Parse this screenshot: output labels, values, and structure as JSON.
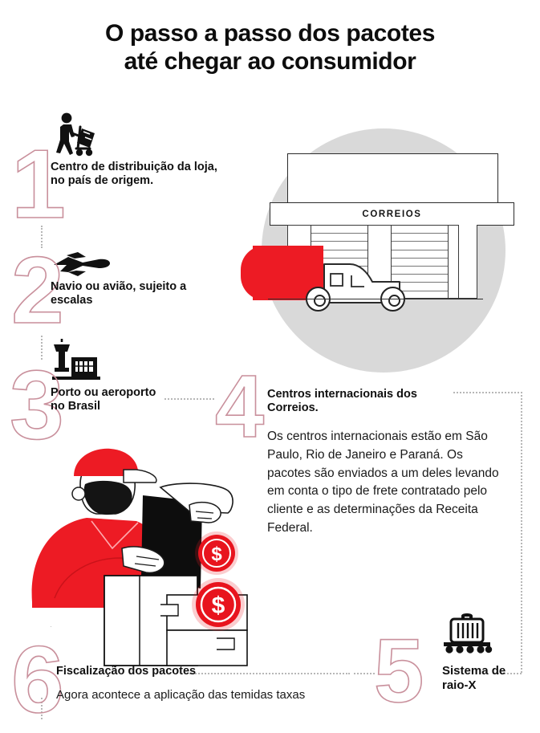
{
  "title": {
    "line1": "O passo a passo dos pacotes",
    "line2": "até chegar ao consumidor"
  },
  "colors": {
    "brand_red": "#ED1B24",
    "numeral_outline": "#C9909C",
    "dotted_connector": "#B7B7B7",
    "scene_circle": "#D9D9D9",
    "text": "#111111"
  },
  "steps": [
    {
      "number": "1",
      "icon": "worker-hand-truck-icon",
      "heading": "Centro de distribuição da loja, no país de origem.",
      "body": ""
    },
    {
      "number": "2",
      "icon": "airplane-icon",
      "heading": "Navio ou avião, sujeito a escalas",
      "body": ""
    },
    {
      "number": "3",
      "icon": "airport-control-tower-icon",
      "heading": "Porto ou aeroporto no Brasil",
      "body": ""
    },
    {
      "number": "4",
      "icon": "correios-building-icon",
      "heading": "Centros internacionais dos Correios.",
      "body": "Os centros internacionais estão em São Paulo, Rio de Janeiro e Paraná. Os pacotes são enviados a um deles levando em conta o tipo de frete contratado pelo cliente e as determinações da Receita Federal."
    },
    {
      "number": "5",
      "icon": "xray-scanner-icon",
      "heading": "Sistema de raio-X",
      "body": ""
    },
    {
      "number": "6",
      "icon": "inspector-worker-icon",
      "heading": "Fiscalização dos pacotes",
      "body": "Agora acontece a aplicação das temidas taxas"
    }
  ],
  "illustrations": {
    "correios_sign": "CORREIOS",
    "money_badge_symbol": "$"
  }
}
